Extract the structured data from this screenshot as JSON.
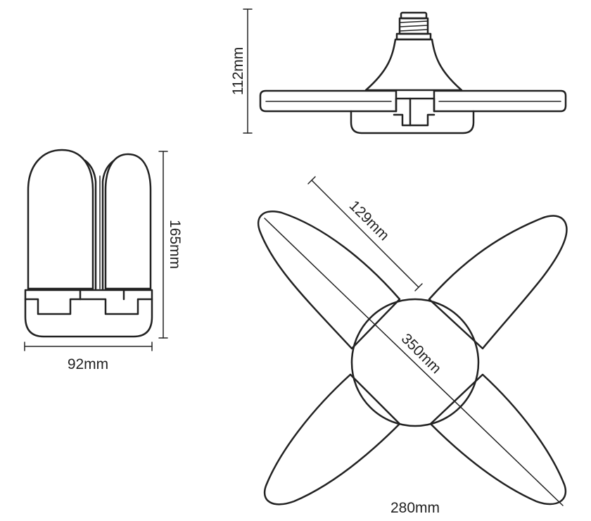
{
  "dimensions": {
    "side_height": "112mm",
    "folded_height": "165mm",
    "folded_width": "92mm",
    "blade_length": "129mm",
    "diagonal": "350mm",
    "width": "280mm"
  }
}
